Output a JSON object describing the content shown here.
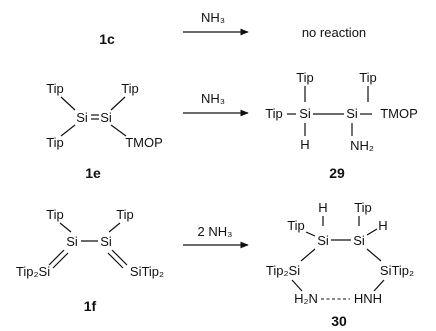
{
  "row1": {
    "reactant_label": "1c",
    "reagent": "NH₃",
    "result": "no reaction"
  },
  "row2": {
    "reactant_label": "1e",
    "reagent": "NH₃",
    "product_label": "29",
    "reactant": {
      "tip": "Tip",
      "si": "Si",
      "tmop": "TMOP"
    },
    "product": {
      "tip": "Tip",
      "si": "Si",
      "h": "H",
      "tmop": "TMOP",
      "nh2": "NH₂"
    }
  },
  "row3": {
    "reactant_label": "1f",
    "reagent": "2 NH₃",
    "product_label": "30",
    "reactant": {
      "tip": "Tip",
      "si": "Si",
      "tip2si": "Tip₂Si",
      "sitip2": "SiTip₂"
    },
    "product": {
      "tip": "Tip",
      "h": "H",
      "si": "Si",
      "tip2si": "Tip₂Si",
      "sitip2": "SiTip₂",
      "h2n": "H₂N",
      "hnh": "HNH"
    }
  }
}
